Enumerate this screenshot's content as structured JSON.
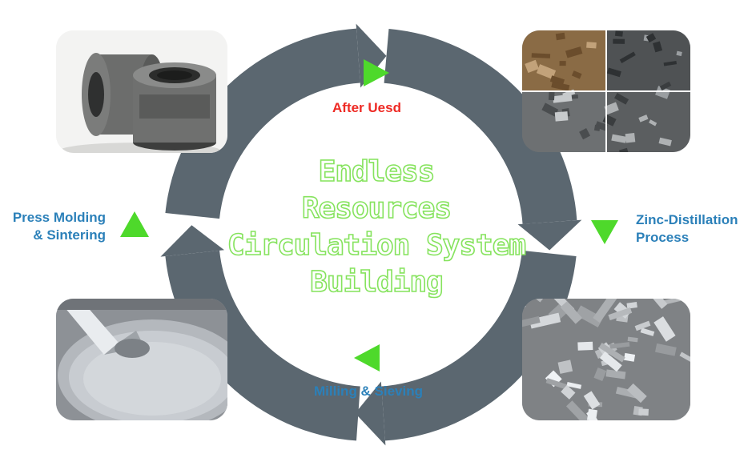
{
  "title": {
    "lines": [
      "Endless",
      "Resources",
      "Circulation System",
      "Building"
    ]
  },
  "steps": {
    "after_used": "After Uesd",
    "zinc_line1": "Zinc-Distillation",
    "zinc_line2": "Process",
    "milling": "Milling & Sieving",
    "press_line1": "Press Molding",
    "press_line2": "& Sintering"
  },
  "colors": {
    "ring": "#5b6770",
    "arrow": "#4ed92b",
    "label_blue": "#2b80b9",
    "label_red": "#ee2a24",
    "title_outline": "#86e35e"
  },
  "photos": {
    "top_left": "tungsten-carbide-rollers",
    "top_right": "scrap-carbide-collage",
    "bottom_right": "crushed-carbide-pieces",
    "bottom_left": "powder-in-steel-drum"
  }
}
